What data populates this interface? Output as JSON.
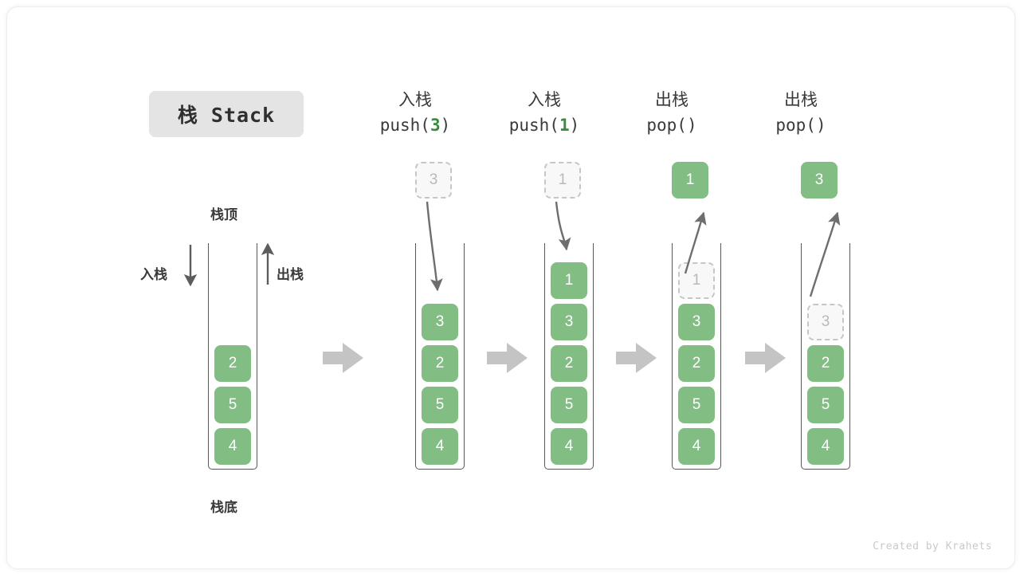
{
  "figure": {
    "title_badge": "栈 Stack",
    "credit": "Created by Krahets",
    "accent_green": "#82bd84",
    "arg_green": "#3a8a3f",
    "ghost_gray": "#b9b9b9",
    "wall_gray": "#585858",
    "flow_arrow_gray": "#c4c4c4",
    "badge_bg": "#e4e4e4"
  },
  "legend": {
    "top_label": "栈顶",
    "bottom_label": "栈底",
    "push_label": "入栈",
    "pop_label": "出栈"
  },
  "columns": [
    {
      "id": "initial",
      "head_line1": "",
      "head_line2": "",
      "head_arg": "",
      "cells": [
        "2",
        "5",
        "4"
      ],
      "floating_cell": null,
      "ghost_in_stack": null
    },
    {
      "id": "push-3",
      "head_line1": "入栈",
      "head_line2_pre": "push(",
      "head_arg": "3",
      "head_line2_post": ")",
      "cells": [
        "3",
        "2",
        "5",
        "4"
      ],
      "floating_cell": {
        "value": "3",
        "style": "ghost"
      },
      "ghost_in_stack": null
    },
    {
      "id": "push-1",
      "head_line1": "入栈",
      "head_line2_pre": "push(",
      "head_arg": "1",
      "head_line2_post": ")",
      "cells": [
        "1",
        "3",
        "2",
        "5",
        "4"
      ],
      "floating_cell": {
        "value": "1",
        "style": "ghost"
      },
      "ghost_in_stack": null
    },
    {
      "id": "pop-1",
      "head_line1": "出栈",
      "head_line2_pre": "pop(",
      "head_arg": "",
      "head_line2_post": ")",
      "cells": [
        "3",
        "2",
        "5",
        "4"
      ],
      "floating_cell": {
        "value": "1",
        "style": "solid"
      },
      "ghost_in_stack": {
        "value": "1"
      }
    },
    {
      "id": "pop-3",
      "head_line1": "出栈",
      "head_line2_pre": "pop(",
      "head_arg": "",
      "head_line2_post": ")",
      "cells": [
        "2",
        "5",
        "4"
      ],
      "floating_cell": {
        "value": "3",
        "style": "solid"
      },
      "ghost_in_stack": {
        "value": "3"
      }
    }
  ]
}
